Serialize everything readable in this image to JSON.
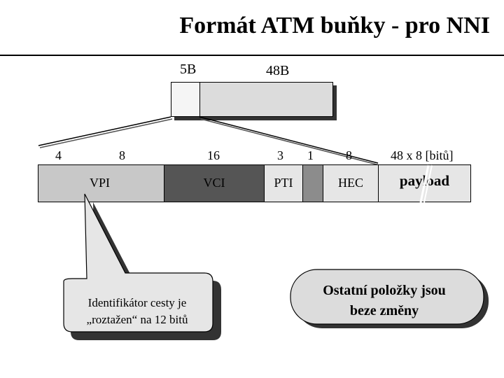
{
  "slide": {
    "title": "Formát ATM buňky - pro NNI"
  },
  "overview": {
    "header_label": "5B",
    "payload_label": "48B"
  },
  "bit_labels": [
    "4",
    "8",
    "16",
    "3",
    "1",
    "8",
    "48 x 8 [bitů]"
  ],
  "fields": {
    "vpi": "VPI",
    "vci": "VCI",
    "pti": "PTI",
    "hec": "HEC",
    "payload": "payload"
  },
  "callout": {
    "line1": "Identifikátor cesty je",
    "line2": "„roztažen“ na 12 bitů"
  },
  "note": {
    "line1": "Ostatní položky jsou",
    "line2": "beze změny"
  },
  "colors": {
    "vpi_fill": "#c8c8c8",
    "vci_fill": "#555555",
    "clp_fill": "#8c8c8c",
    "light_fill": "#e6e6e6",
    "header_fill": "#f5f5f5",
    "shadow": "#333333"
  }
}
